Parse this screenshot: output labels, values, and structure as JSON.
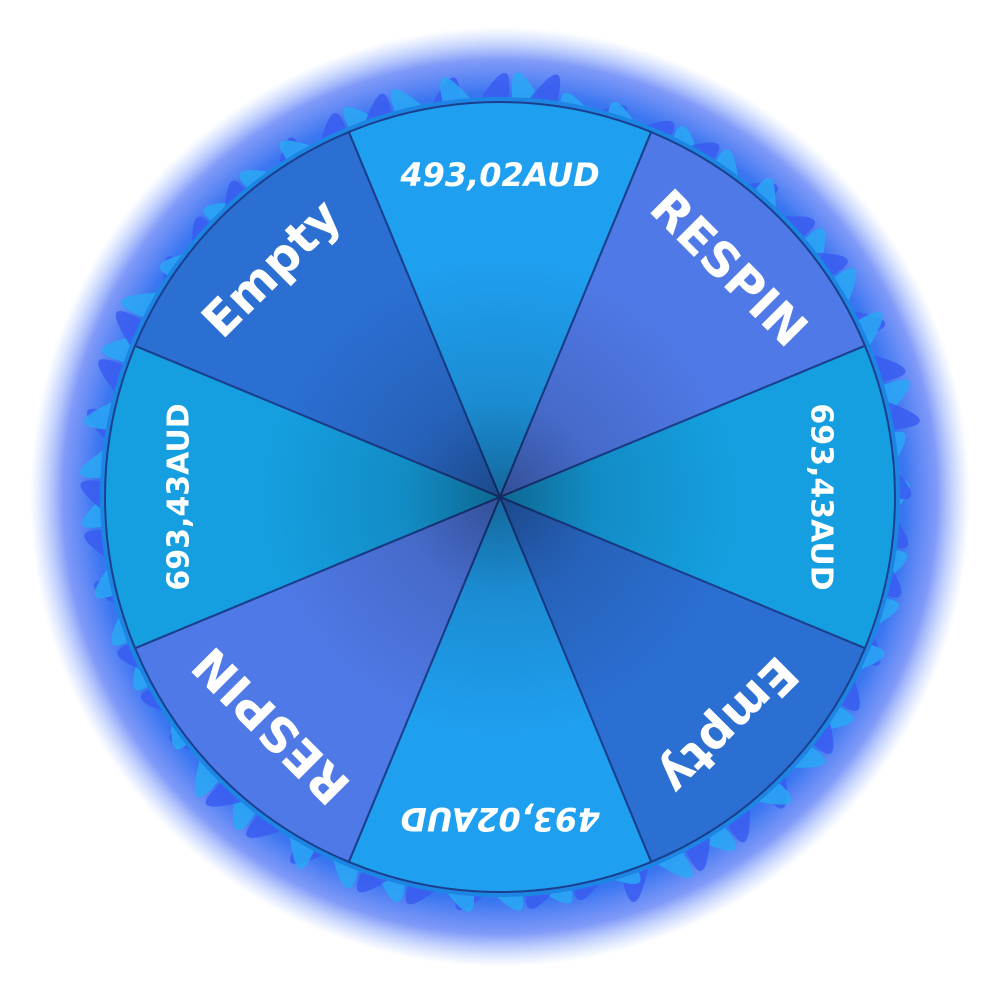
{
  "wheel": {
    "segments": [
      {
        "label": "493,02AUD",
        "color": "#1f9fef",
        "style": "money"
      },
      {
        "label": "RESPIN",
        "color": "#4f79e6",
        "style": "big"
      },
      {
        "label": "693,43AUD",
        "color": "#159fe0",
        "style": "cond"
      },
      {
        "label": "Empty",
        "color": "#2b6fd3",
        "style": "big"
      },
      {
        "label": "493,02AUD",
        "color": "#1f9fef",
        "style": "money"
      },
      {
        "label": "RESPIN",
        "color": "#4f79e6",
        "style": "big"
      },
      {
        "label": "693,43AUD",
        "color": "#159fe0",
        "style": "cond"
      },
      {
        "label": "Empty",
        "color": "#2b6fd3",
        "style": "big"
      }
    ],
    "colors": {
      "flame_outer": "#3a5cf0",
      "flame_inner": "#2aa8f5",
      "rim": "#1f8fe6",
      "divider": "#1b3f8f"
    }
  }
}
